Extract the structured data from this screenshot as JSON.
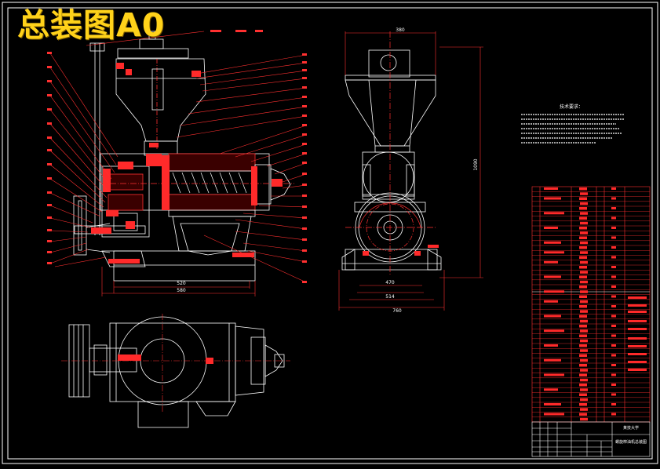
{
  "drawing": {
    "title": "总装图A0",
    "colors": {
      "background": "#000000",
      "frame": "#ffffff",
      "part_lines": "#ffffff",
      "section_fill": "#ff2a2a",
      "leader_lines": "#ff3030",
      "centerlines": "#ff3030",
      "dimension_lines": "#ff3030",
      "title_text": "#ffd21a"
    }
  },
  "front_view": {
    "dimensions": {
      "inner_width": "520",
      "overall_width": "580"
    }
  },
  "side_view": {
    "dimensions": {
      "top_width": "380",
      "height": "1090",
      "base_inner": "470",
      "base_middle": "514",
      "base_overall": "760"
    }
  },
  "technical_requirements": {
    "heading": "技术要求："
  },
  "title_block": {
    "school": "某技大学",
    "drawing_name": "螺旋榨油机总装图"
  }
}
